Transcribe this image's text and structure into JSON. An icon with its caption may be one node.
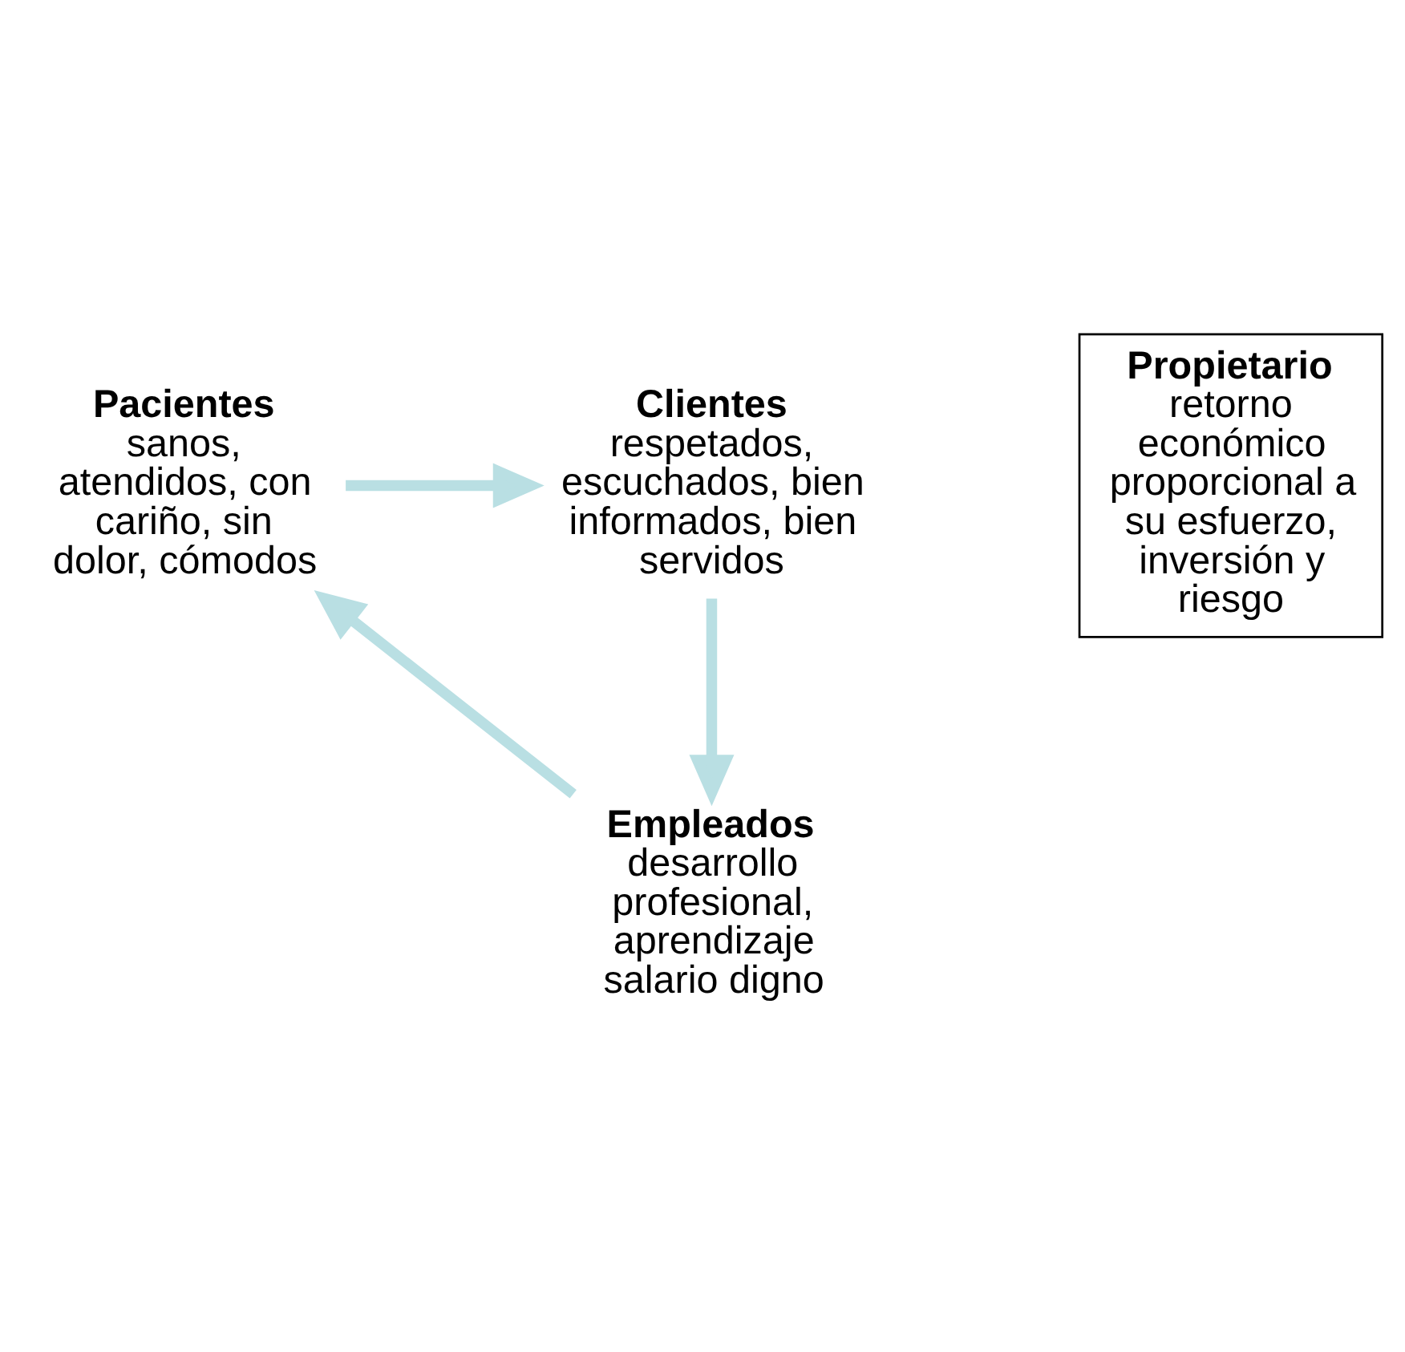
{
  "diagram": {
    "nodes": [
      {
        "text": [
          "Pacientes",
          "sanos, atendidos, con cariño, sin dolor, cómodos"
        ]
      },
      {
        "text": [
          "Clientes",
          "respetados, escuchados, bien informados, bien servidos"
        ]
      },
      {
        "text": [
          "Propietario",
          "retorno económico proporcional a su esfuerzo, inversión y riesgo"
        ]
      },
      {
        "text": [
          "Empleados",
          "desarrollo profesional, aprendizaje salario digno"
        ]
      }
    ],
    "edges": [
      {
        "from": 0,
        "to": 1,
        "arrow": "to"
      },
      {
        "from": 1,
        "to": 3,
        "arrow": "to"
      },
      {
        "from": 3,
        "to": 0,
        "arrow": "to"
      }
    ]
  }
}
